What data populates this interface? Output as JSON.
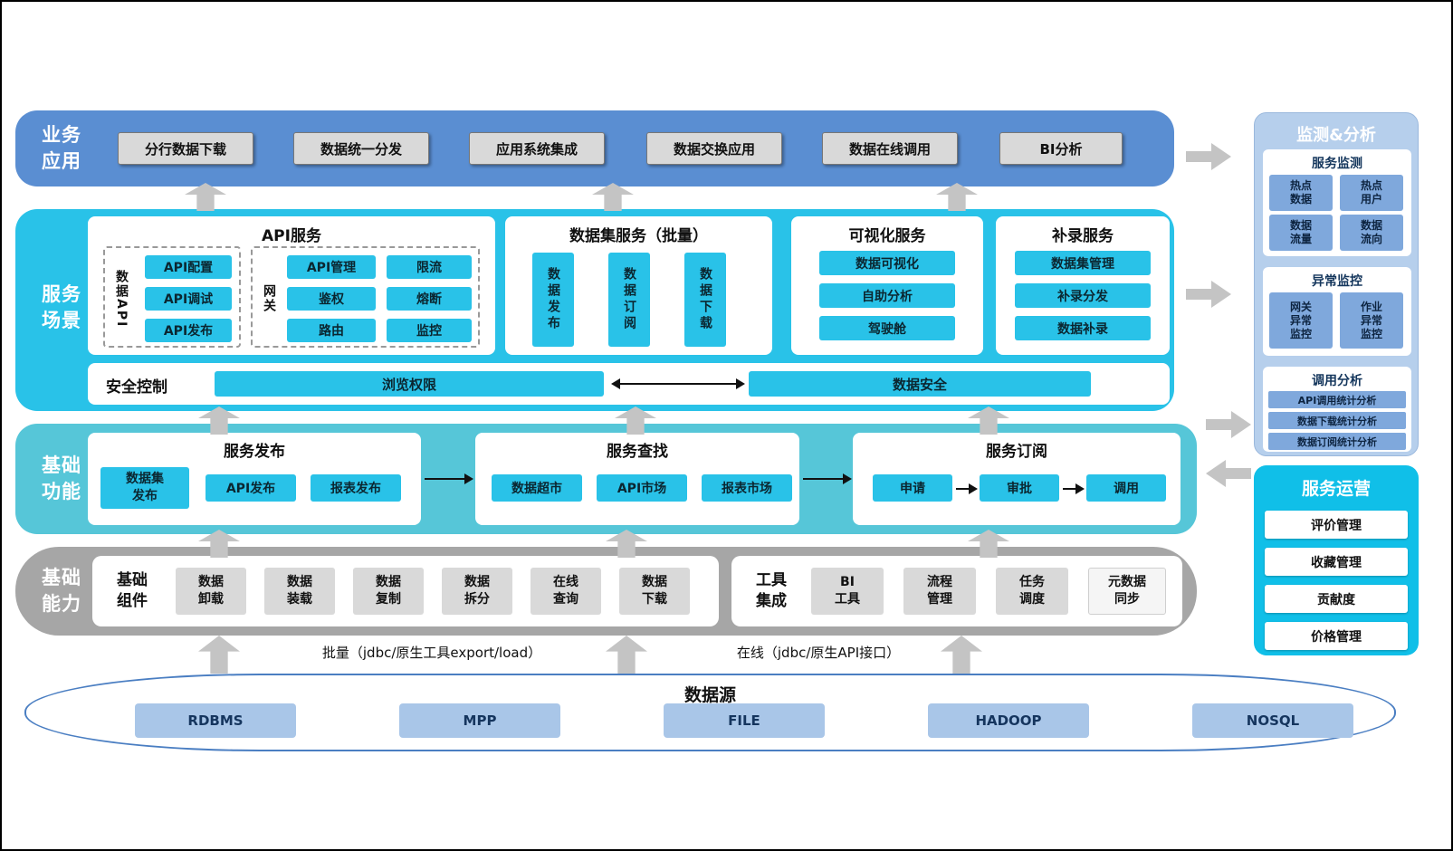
{
  "layers": {
    "business": {
      "label": "业务\n应用",
      "items": [
        "分行数据下载",
        "数据统一分发",
        "应用系统集成",
        "数据交换应用",
        "数据在线调用",
        "BI分析"
      ]
    },
    "scene": {
      "label": "服务\n场景",
      "api": {
        "title": "API服务",
        "data_api_label": "数据API",
        "data_api_items": [
          "API配置",
          "API调试",
          "API发布"
        ],
        "gateway_label": "网关",
        "gateway_items": [
          "API管理",
          "限流",
          "鉴权",
          "熔断",
          "路由",
          "监控"
        ]
      },
      "dataset": {
        "title": "数据集服务（批量）",
        "items": [
          "数据发布",
          "数据订阅",
          "数据下载"
        ]
      },
      "visual": {
        "title": "可视化服务",
        "items": [
          "数据可视化",
          "自助分析",
          "驾驶舱"
        ]
      },
      "supplement": {
        "title": "补录服务",
        "items": [
          "数据集管理",
          "补录分发",
          "数据补录"
        ]
      },
      "security": {
        "title": "安全控制",
        "left": "浏览权限",
        "right": "数据安全"
      }
    },
    "function": {
      "label": "基础\n功能",
      "publish": {
        "title": "服务发布",
        "items": [
          "数据集\n发布",
          "API发布",
          "报表发布"
        ]
      },
      "search": {
        "title": "服务查找",
        "items": [
          "数据超市",
          "API市场",
          "报表市场"
        ]
      },
      "subscribe": {
        "title": "服务订阅",
        "items": [
          "申请",
          "审批",
          "调用"
        ]
      }
    },
    "ability": {
      "label": "基础\n能力",
      "components": {
        "title": "基础\n组件",
        "items": [
          "数据\n卸载",
          "数据\n装载",
          "数据\n复制",
          "数据\n拆分",
          "在线\n查询",
          "数据\n下载"
        ]
      },
      "tools": {
        "title": "工具\n集成",
        "items": [
          "BI\n工具",
          "流程\n管理",
          "任务\n调度",
          "元数据\n同步"
        ]
      }
    },
    "datasource": {
      "title": "数据源",
      "items": [
        "RDBMS",
        "MPP",
        "FILE",
        "HADOOP",
        "NOSQL"
      ],
      "batch_label": "批量（jdbc/原生工具export/load）",
      "online_label": "在线（jdbc/原生API接口）"
    }
  },
  "right": {
    "monitor": {
      "title": "监测&分析",
      "service": {
        "title": "服务监测",
        "items": [
          "热点\n数据",
          "热点\n用户",
          "数据\n流量",
          "数据\n流向"
        ]
      },
      "exception": {
        "title": "异常监控",
        "items": [
          "网关\n异常\n监控",
          "作业\n异常\n监控"
        ]
      },
      "analysis": {
        "title": "调用分析",
        "items": [
          "API调用统计分析",
          "数据下载统计分析",
          "数据订阅统计分析"
        ]
      }
    },
    "operation": {
      "title": "服务运营",
      "items": [
        "评价管理",
        "收藏管理",
        "贡献度",
        "价格管理"
      ]
    }
  },
  "colors": {
    "business_blue": "#5a8ed2",
    "scene_cyan": "#29c2e8",
    "function_teal": "#56c6d8",
    "ability_gray": "#a6a6a6",
    "button_gray": "#d9d9d9",
    "datasource_border": "#4a7ec2",
    "db_button_blue": "#a9c6e8",
    "monitor_panel_blue": "#b6cfec",
    "monitor_button_blue": "#7fa8dc",
    "operation_cyan": "#10bfe8",
    "arrow_gray": "#c4c4c4"
  }
}
